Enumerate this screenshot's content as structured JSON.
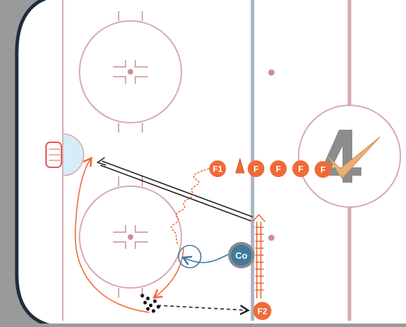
{
  "players": {
    "forward_queue": [
      "F1",
      "F",
      "F",
      "F",
      "F"
    ],
    "coach": "Co",
    "shooter": "F2"
  },
  "logo": {
    "name": "4-check-logo-icon",
    "label": "4"
  },
  "colors": {
    "rink_background": "#ffffff",
    "boards": "#1f2d3d",
    "outside": "#9a9a9a",
    "faceoff_circle": "#d8a8ae",
    "red_line": "#d8a8ae",
    "blue_line": "#aab4c0",
    "goal_crease": "#d6ecf6",
    "player_orange": "#f06a37",
    "coach_blue": "#3f7a9e",
    "pass_line": "#222222",
    "logo_gray": "#8c8c8c",
    "logo_check": "#e8b07a"
  }
}
